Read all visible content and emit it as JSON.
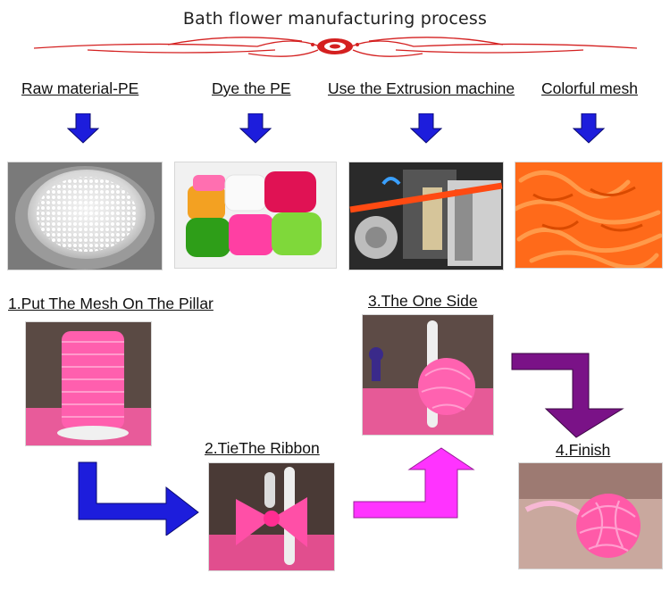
{
  "title": "Bath flower manufacturing process",
  "colors": {
    "ornament": "#d42020",
    "arrow_blue": "#1d1ddc",
    "arrow_magenta": "#ff33ff",
    "arrow_purple": "#7a1287",
    "mesh_orange": "#ff6a1a",
    "mesh_pink": "#ff5fae"
  },
  "top_steps": [
    {
      "label": "Raw material-PE",
      "icon": "down-arrow-icon"
    },
    {
      "label": "Dye the PE",
      "icon": "down-arrow-icon"
    },
    {
      "label": "Use the Extrusion machine",
      "icon": "down-arrow-icon"
    },
    {
      "label": "Colorful mesh",
      "icon": "down-arrow-icon"
    }
  ],
  "assembly_steps": [
    {
      "label": "1.Put The Mesh On The Pillar"
    },
    {
      "label": "2.TieThe Ribbon"
    },
    {
      "label": "3.The One Side"
    },
    {
      "label": "4.Finish"
    }
  ]
}
